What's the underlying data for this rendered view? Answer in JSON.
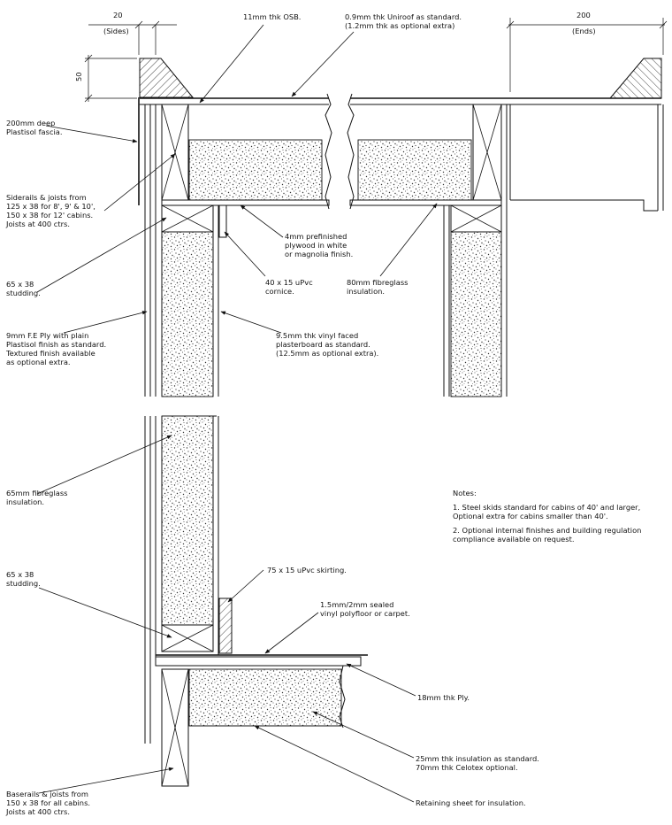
{
  "dimensions": {
    "sides_value": "20",
    "sides_label": "(Sides)",
    "ends_value": "200",
    "ends_label": "(Ends)",
    "fascia_height": "50"
  },
  "labels": {
    "osb": [
      "11mm thk OSB."
    ],
    "uniroof": [
      "0.9mm thk Uniroof as standard.",
      "(1.2mm thk as optional extra)"
    ],
    "fascia": [
      "200mm deep",
      "Plastisol fascia."
    ],
    "siderails": [
      "Siderails & joists from",
      "125 x 38 for 8', 9' & 10',",
      "150 x 38 for 12' cabins.",
      "Joists at 400 ctrs."
    ],
    "plywood": [
      "4mm prefinished",
      "plywood in white",
      "or magnolia finish."
    ],
    "cornice": [
      "40 x 15 uPvc",
      "cornice."
    ],
    "insulation80": [
      "80mm fibreglass",
      "insulation."
    ],
    "studding_top": [
      "65 x 38",
      "studding."
    ],
    "fe_ply": [
      "9mm F.E Ply with plain",
      "Plastisol finish as standard.",
      "Textured finish available",
      "as optional extra."
    ],
    "plasterboard": [
      "9.5mm thk vinyl faced",
      "plasterboard as standard.",
      "(12.5mm as optional extra)."
    ],
    "insulation65": [
      "65mm fibreglass",
      "insulation."
    ],
    "studding_bottom": [
      "65 x 38",
      "studding."
    ],
    "skirting": [
      "75 x 15 uPvc skirting."
    ],
    "polyfloor": [
      "1.5mm/2mm sealed",
      "vinyl polyfloor or carpet."
    ],
    "ply18": [
      "18mm thk Ply."
    ],
    "insulation25": [
      "25mm thk insulation as standard.",
      "70mm thk Celotex optional."
    ],
    "baserails": [
      "Baserails & joists from",
      "150 x 38 for all cabins.",
      "Joists at 400 ctrs."
    ],
    "retaining": [
      "Retaining sheet for insulation."
    ]
  },
  "notes": {
    "heading": "Notes:",
    "items": [
      [
        "1.  Steel skids standard for cabins of 40' and larger,",
        "     Optional extra for cabins smaller than 40'."
      ],
      [
        "2.  Optional internal finishes and building regulation",
        "     compliance available on request."
      ]
    ]
  }
}
